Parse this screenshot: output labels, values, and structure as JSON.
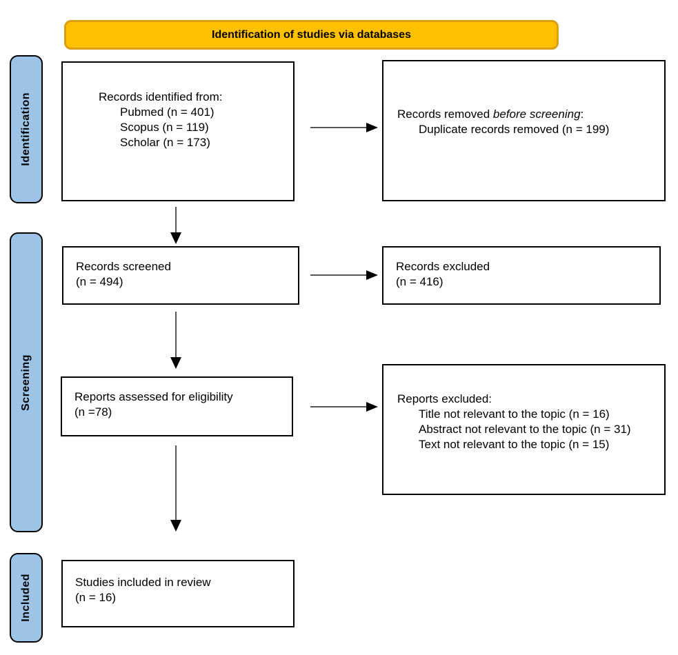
{
  "banner": {
    "label": "Identification of studies via databases"
  },
  "sidebar": {
    "identification": {
      "label": "Identification"
    },
    "screening": {
      "label": "Screening"
    },
    "included": {
      "label": "Included"
    }
  },
  "boxes": {
    "records_identified": {
      "heading": "Records identified from:",
      "items": [
        "Pubmed (n = 401)",
        "Scopus (n = 119)",
        "Scholar (n = 173)"
      ]
    },
    "records_removed": {
      "prefix": "Records removed ",
      "emphasis": "before screening",
      "suffix": ":",
      "items": [
        "Duplicate records removed (n = 199)"
      ]
    },
    "records_screened": {
      "line1": "Records screened",
      "line2": "(n = 494)"
    },
    "records_excluded": {
      "line1": "Records excluded",
      "line2": "(n = 416)"
    },
    "reports_assessed": {
      "line1": "Reports assessed for eligibility",
      "line2": "(n =78)"
    },
    "reports_excluded": {
      "heading": "Reports excluded:",
      "items": [
        "Title not relevant to the topic (n = 16)",
        "Abstract not relevant to the topic (n = 31)",
        "Text not relevant to the topic (n = 15)"
      ]
    },
    "studies_included": {
      "line1": "Studies included in review",
      "line2": "(n = 16)"
    }
  },
  "colors": {
    "banner_fill": "#FFC000",
    "banner_border": "#DB9E17",
    "sidebar_fill": "#9DC3E6",
    "box_border": "#000000",
    "arrow_line": "#555555",
    "arrow_head": "#000000"
  }
}
